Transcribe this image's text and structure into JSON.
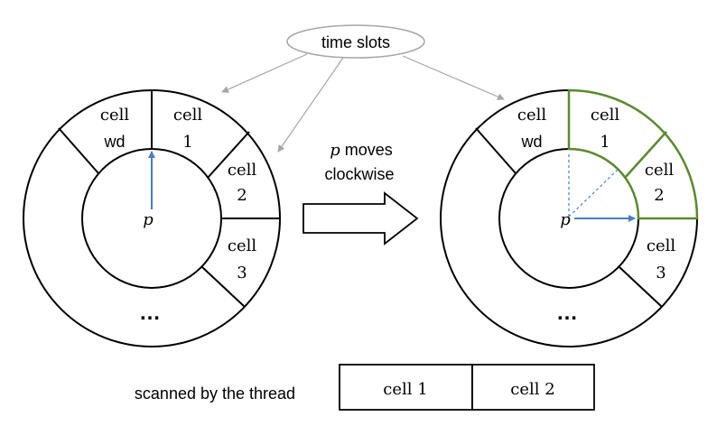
{
  "callout": {
    "label": "time slots"
  },
  "left_wheel": {
    "cells": [
      {
        "line1": "cell",
        "line2": "wd"
      },
      {
        "line1": "cell",
        "line2": "1"
      },
      {
        "line1": "cell",
        "line2": "2"
      },
      {
        "line1": "cell",
        "line2": "3"
      }
    ],
    "ellipsis": "…",
    "pointer_label": "p"
  },
  "right_wheel": {
    "cells": [
      {
        "line1": "cell",
        "line2": "wd"
      },
      {
        "line1": "cell",
        "line2": "1"
      },
      {
        "line1": "cell",
        "line2": "2"
      },
      {
        "line1": "cell",
        "line2": "3"
      }
    ],
    "ellipsis": "…",
    "pointer_label": "p"
  },
  "transition": {
    "var": "p",
    "line1_rest": " moves",
    "line2": "clockwise"
  },
  "scanned": {
    "label": "scanned by the thread",
    "cells": [
      "cell 1",
      "cell 2"
    ]
  },
  "colors": {
    "highlight": "#5b8a2f",
    "pointer": "#4a7cc9",
    "leader": "#a6a6a6"
  }
}
